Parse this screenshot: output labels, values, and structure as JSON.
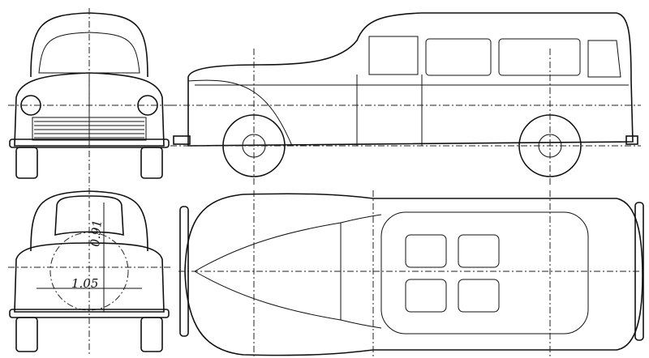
{
  "drawing": {
    "views": [
      "front",
      "side",
      "rear",
      "top"
    ],
    "dimensions": {
      "rear_height": "0.91",
      "rear_width": "1.05"
    },
    "ink_color": "#111111",
    "paper_color": "#ffffff"
  }
}
